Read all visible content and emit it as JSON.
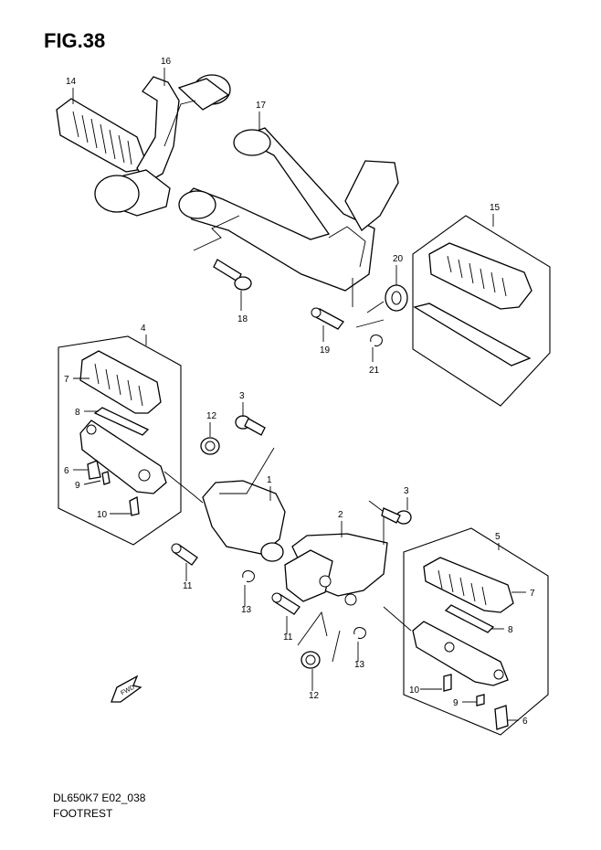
{
  "figure": {
    "title": "FIG.38",
    "code": "DL650K7 E02_038",
    "name": "FOOTREST"
  },
  "callouts": [
    {
      "id": "c1",
      "label": "1"
    },
    {
      "id": "c2",
      "label": "2"
    },
    {
      "id": "c3a",
      "label": "3"
    },
    {
      "id": "c3b",
      "label": "3"
    },
    {
      "id": "c4",
      "label": "4"
    },
    {
      "id": "c5",
      "label": "5"
    },
    {
      "id": "c6a",
      "label": "6"
    },
    {
      "id": "c6b",
      "label": "6"
    },
    {
      "id": "c7a",
      "label": "7"
    },
    {
      "id": "c7b",
      "label": "7"
    },
    {
      "id": "c8a",
      "label": "8"
    },
    {
      "id": "c8b",
      "label": "8"
    },
    {
      "id": "c9a",
      "label": "9"
    },
    {
      "id": "c9b",
      "label": "9"
    },
    {
      "id": "c10a",
      "label": "10"
    },
    {
      "id": "c10b",
      "label": "10"
    },
    {
      "id": "c11a",
      "label": "11"
    },
    {
      "id": "c11b",
      "label": "11"
    },
    {
      "id": "c12a",
      "label": "12"
    },
    {
      "id": "c12b",
      "label": "12"
    },
    {
      "id": "c13a",
      "label": "13"
    },
    {
      "id": "c13b",
      "label": "13"
    },
    {
      "id": "c14",
      "label": "14"
    },
    {
      "id": "c15",
      "label": "15"
    },
    {
      "id": "c16",
      "label": "16"
    },
    {
      "id": "c17",
      "label": "17"
    },
    {
      "id": "c18",
      "label": "18"
    },
    {
      "id": "c19",
      "label": "19"
    },
    {
      "id": "c20",
      "label": "20"
    },
    {
      "id": "c21",
      "label": "21"
    }
  ],
  "fwd_arrow": {
    "label": "FWD"
  }
}
